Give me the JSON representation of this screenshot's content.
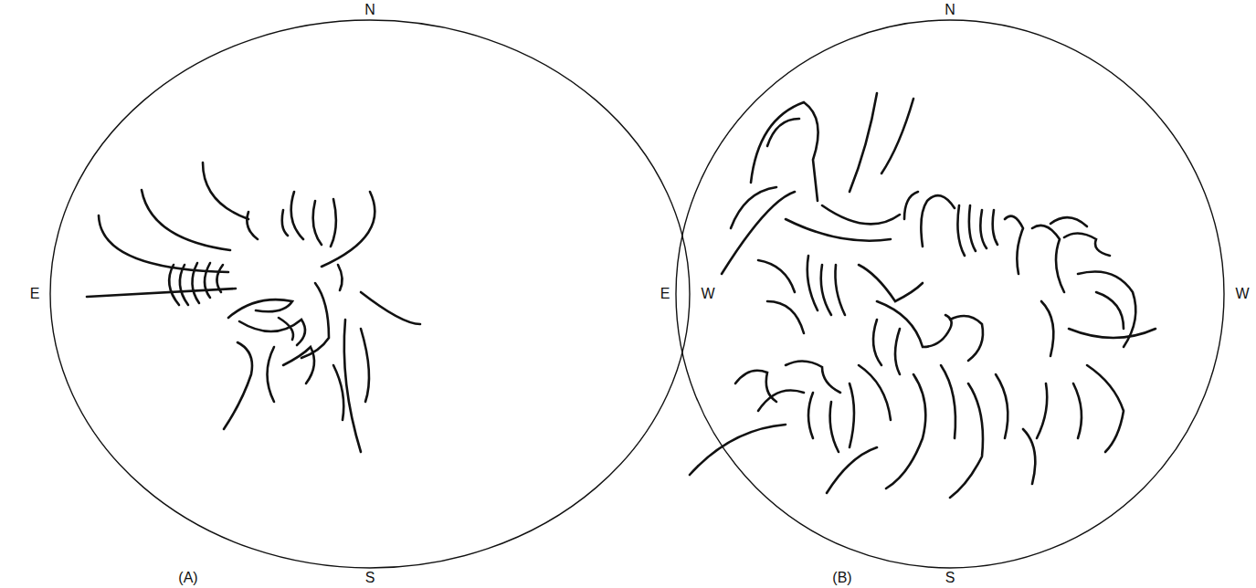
{
  "diagram": {
    "labels": [
      "N",
      "E",
      "W",
      "S",
      "(A)",
      "N",
      "E",
      "W",
      "S",
      "(B)"
    ]
  }
}
